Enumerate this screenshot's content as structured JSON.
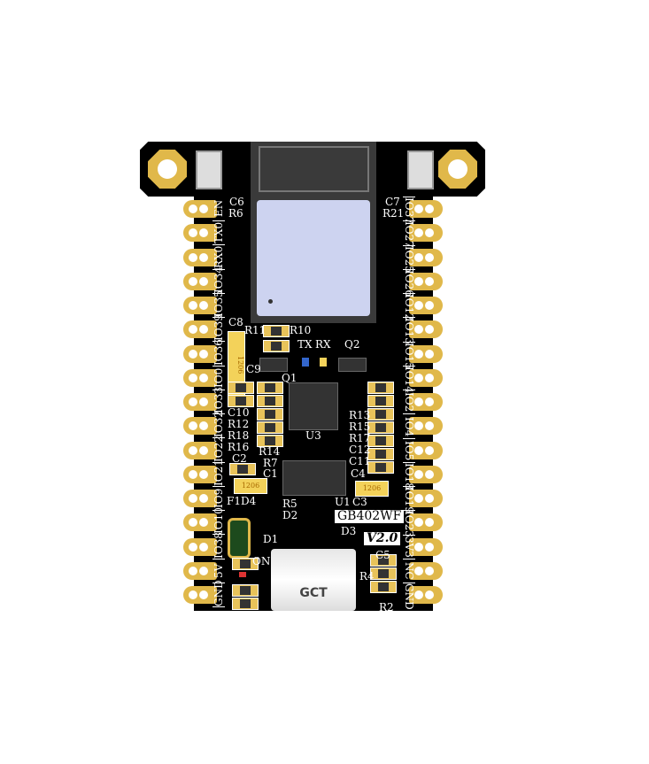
{
  "board": {
    "name": "GB402WF",
    "version": "V2.0",
    "usb_label": "GCT"
  },
  "left_pins": [
    "EN",
    "TX0",
    "RX0",
    "IO34",
    "IO35",
    "IO39",
    "IO36",
    "IO0",
    "IO33",
    "IO32",
    "IO22",
    "IO21",
    "IO9",
    "IO10",
    "IO38",
    "5V",
    "GND"
  ],
  "right_pins": [
    "IO37",
    "IO27",
    "IO25",
    "IO26",
    "IO12",
    "IO13",
    "IO15",
    "IO14",
    "IO2",
    "IO4",
    "IO5",
    "IO18",
    "IO19",
    "IO23",
    "3V3",
    "NC",
    "GND"
  ],
  "refs": {
    "C6": "C6",
    "R6": "R6",
    "C7": "C7",
    "R21": "R21",
    "C8": "C8",
    "R11": "R11",
    "R10": "R10",
    "C9": "C9",
    "TX": "TX",
    "RX": "RX",
    "Q2": "Q2",
    "Q1": "Q1",
    "C10": "C10",
    "R12": "R12",
    "R18": "R18",
    "R16": "R16",
    "R13": "R13",
    "R15": "R15",
    "R17": "R17",
    "C12": "C12",
    "C11": "C11",
    "R14": "R14",
    "R7": "R7",
    "C1": "C1",
    "C2": "C2",
    "C4": "C4",
    "C3": "C3",
    "U3": "U3",
    "U1": "U1",
    "F1D4": "F1D4",
    "R5": "R5",
    "D2": "D2",
    "D1": "D1",
    "D3": "D3",
    "C5": "C5",
    "R4": "R4",
    "R2": "R2",
    "ON": "ON"
  },
  "package_1206": "1206"
}
